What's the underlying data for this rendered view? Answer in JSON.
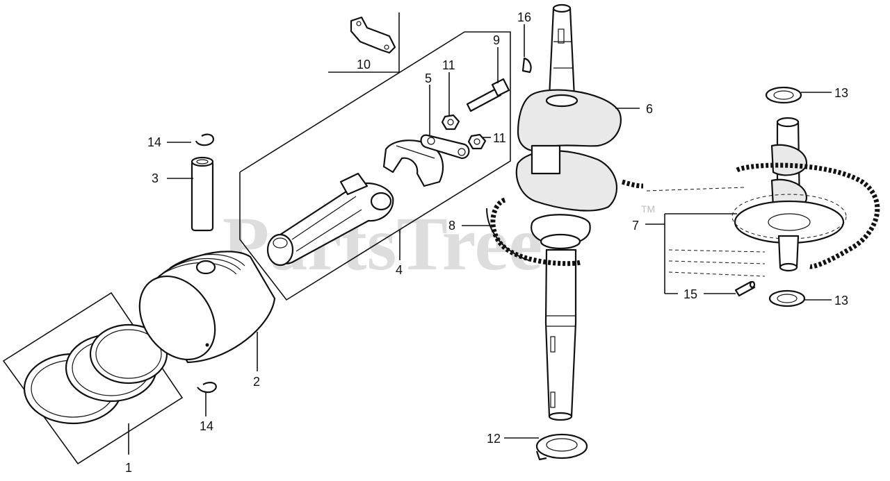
{
  "diagram": {
    "watermark": "PartsTree",
    "trademark": "TM",
    "callouts": [
      {
        "id": "1",
        "label": "1"
      },
      {
        "id": "2",
        "label": "2"
      },
      {
        "id": "3",
        "label": "3"
      },
      {
        "id": "4",
        "label": "4"
      },
      {
        "id": "5",
        "label": "5"
      },
      {
        "id": "6",
        "label": "6"
      },
      {
        "id": "7",
        "label": "7"
      },
      {
        "id": "8",
        "label": "8"
      },
      {
        "id": "9",
        "label": "9"
      },
      {
        "id": "10",
        "label": "10"
      },
      {
        "id": "11a",
        "label": "11"
      },
      {
        "id": "11b",
        "label": "11"
      },
      {
        "id": "12",
        "label": "12"
      },
      {
        "id": "13a",
        "label": "13"
      },
      {
        "id": "13b",
        "label": "13"
      },
      {
        "id": "14a",
        "label": "14"
      },
      {
        "id": "14b",
        "label": "14"
      },
      {
        "id": "15",
        "label": "15"
      },
      {
        "id": "16",
        "label": "16"
      }
    ]
  }
}
